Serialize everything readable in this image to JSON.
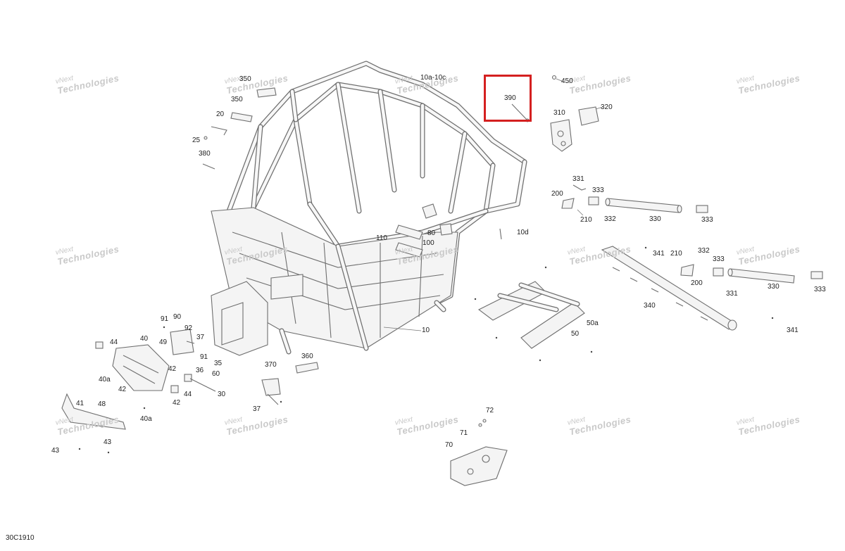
{
  "diagram": {
    "reference_code": "30C1910",
    "highlight": {
      "label": "390",
      "color": "#d42020"
    },
    "watermark": {
      "line1": "vNext",
      "line2": "Technologies"
    },
    "callouts": [
      {
        "id": "c10a",
        "text": "10a-10c"
      },
      {
        "id": "c350a",
        "text": "350"
      },
      {
        "id": "c350b",
        "text": "350"
      },
      {
        "id": "c20",
        "text": "20"
      },
      {
        "id": "c25",
        "text": "25"
      },
      {
        "id": "c380",
        "text": "380"
      },
      {
        "id": "c390",
        "text": "390"
      },
      {
        "id": "c450",
        "text": "450"
      },
      {
        "id": "c310",
        "text": "310"
      },
      {
        "id": "c320",
        "text": "320"
      },
      {
        "id": "c331a",
        "text": "331"
      },
      {
        "id": "c333a",
        "text": "333"
      },
      {
        "id": "c200a",
        "text": "200"
      },
      {
        "id": "c210a",
        "text": "210"
      },
      {
        "id": "c332a",
        "text": "332"
      },
      {
        "id": "c330a",
        "text": "330"
      },
      {
        "id": "c333b",
        "text": "333"
      },
      {
        "id": "c10d",
        "text": "10d"
      },
      {
        "id": "c80",
        "text": "80"
      },
      {
        "id": "c110",
        "text": "110"
      },
      {
        "id": "c100",
        "text": "100"
      },
      {
        "id": "c341a",
        "text": "341"
      },
      {
        "id": "c210b",
        "text": "210"
      },
      {
        "id": "c332b",
        "text": "332"
      },
      {
        "id": "c333c",
        "text": "333"
      },
      {
        "id": "c200b",
        "text": "200"
      },
      {
        "id": "c330b",
        "text": "330"
      },
      {
        "id": "c333d",
        "text": "333"
      },
      {
        "id": "c331b",
        "text": "331"
      },
      {
        "id": "c340",
        "text": "340"
      },
      {
        "id": "c341b",
        "text": "341"
      },
      {
        "id": "c50a",
        "text": "50a"
      },
      {
        "id": "c50",
        "text": "50"
      },
      {
        "id": "c10",
        "text": "10"
      },
      {
        "id": "c91a",
        "text": "91"
      },
      {
        "id": "c90",
        "text": "90"
      },
      {
        "id": "c92",
        "text": "92"
      },
      {
        "id": "c37a",
        "text": "37"
      },
      {
        "id": "c91b",
        "text": "91"
      },
      {
        "id": "c35",
        "text": "35"
      },
      {
        "id": "c36",
        "text": "36"
      },
      {
        "id": "c60",
        "text": "60"
      },
      {
        "id": "c30",
        "text": "30"
      },
      {
        "id": "c44a",
        "text": "44"
      },
      {
        "id": "c40",
        "text": "40"
      },
      {
        "id": "c49",
        "text": "49"
      },
      {
        "id": "c42a",
        "text": "42"
      },
      {
        "id": "c40a1",
        "text": "40a"
      },
      {
        "id": "c42b",
        "text": "42"
      },
      {
        "id": "c44b",
        "text": "44"
      },
      {
        "id": "c48",
        "text": "48"
      },
      {
        "id": "c42c",
        "text": "42"
      },
      {
        "id": "c40a2",
        "text": "40a"
      },
      {
        "id": "c41",
        "text": "41"
      },
      {
        "id": "c43a",
        "text": "43"
      },
      {
        "id": "c43b",
        "text": "43"
      },
      {
        "id": "c370",
        "text": "370"
      },
      {
        "id": "c360",
        "text": "360"
      },
      {
        "id": "c37b",
        "text": "37"
      },
      {
        "id": "c72",
        "text": "72"
      },
      {
        "id": "c71",
        "text": "71"
      },
      {
        "id": "c70",
        "text": "70"
      }
    ]
  }
}
